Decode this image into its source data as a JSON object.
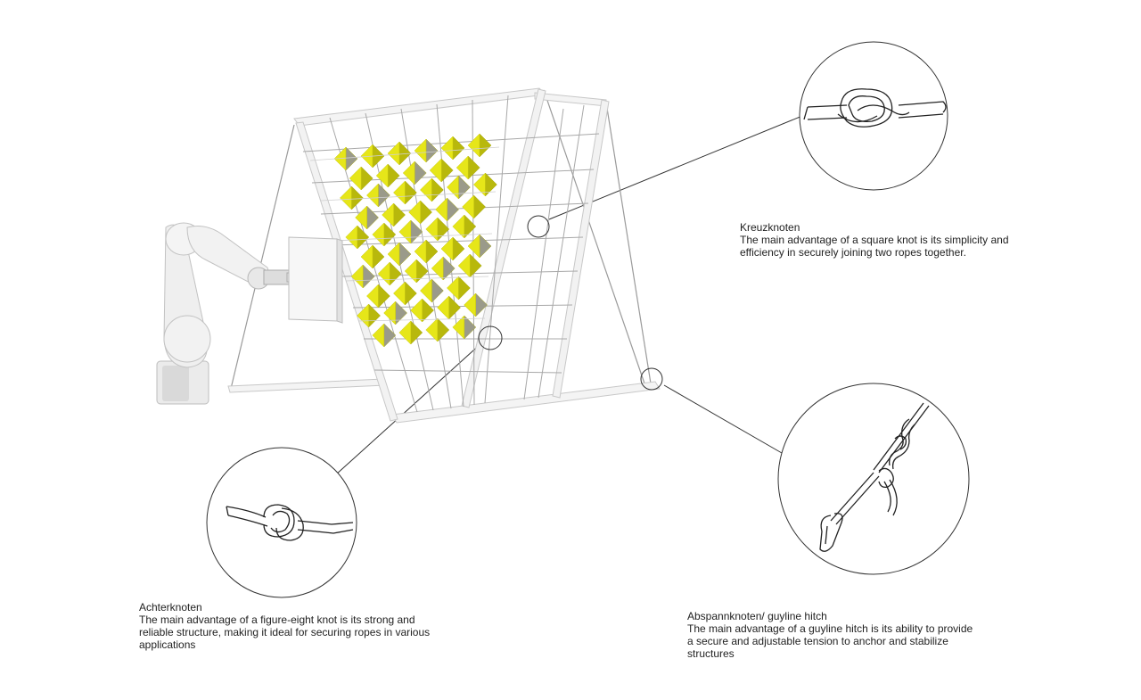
{
  "annotations": {
    "kreuzknoten": {
      "title": "Kreuzknoten",
      "description": "The main advantage of a square knot is its simplicity and efficiency in securely joining two ropes together."
    },
    "achterknoten": {
      "title": "Achterknoten",
      "description": "The main advantage of a figure-eight knot is its strong and reliable structure, making it ideal for securing ropes in various applications"
    },
    "abspannknoten": {
      "title": "Abspannknoten/ guyline hitch",
      "description": "The main advantage of a guyline hitch is its ability to provide a secure and adjustable tension to anchor and stabilize structures"
    }
  },
  "colors": {
    "panel_yellow": "#e6e619",
    "panel_shadow": "#b8b80c",
    "panel_grey": "#9a9a8a",
    "frame_white": "#f4f4f4",
    "frame_edge": "#c8c8c8",
    "line": "#333333",
    "text": "#222222"
  },
  "icons": {
    "robot": "industrial-robot-arm",
    "structure": "a-frame-rope-grid",
    "knot1": "square-knot",
    "knot2": "figure-eight-knot",
    "knot3": "guyline-hitch"
  }
}
